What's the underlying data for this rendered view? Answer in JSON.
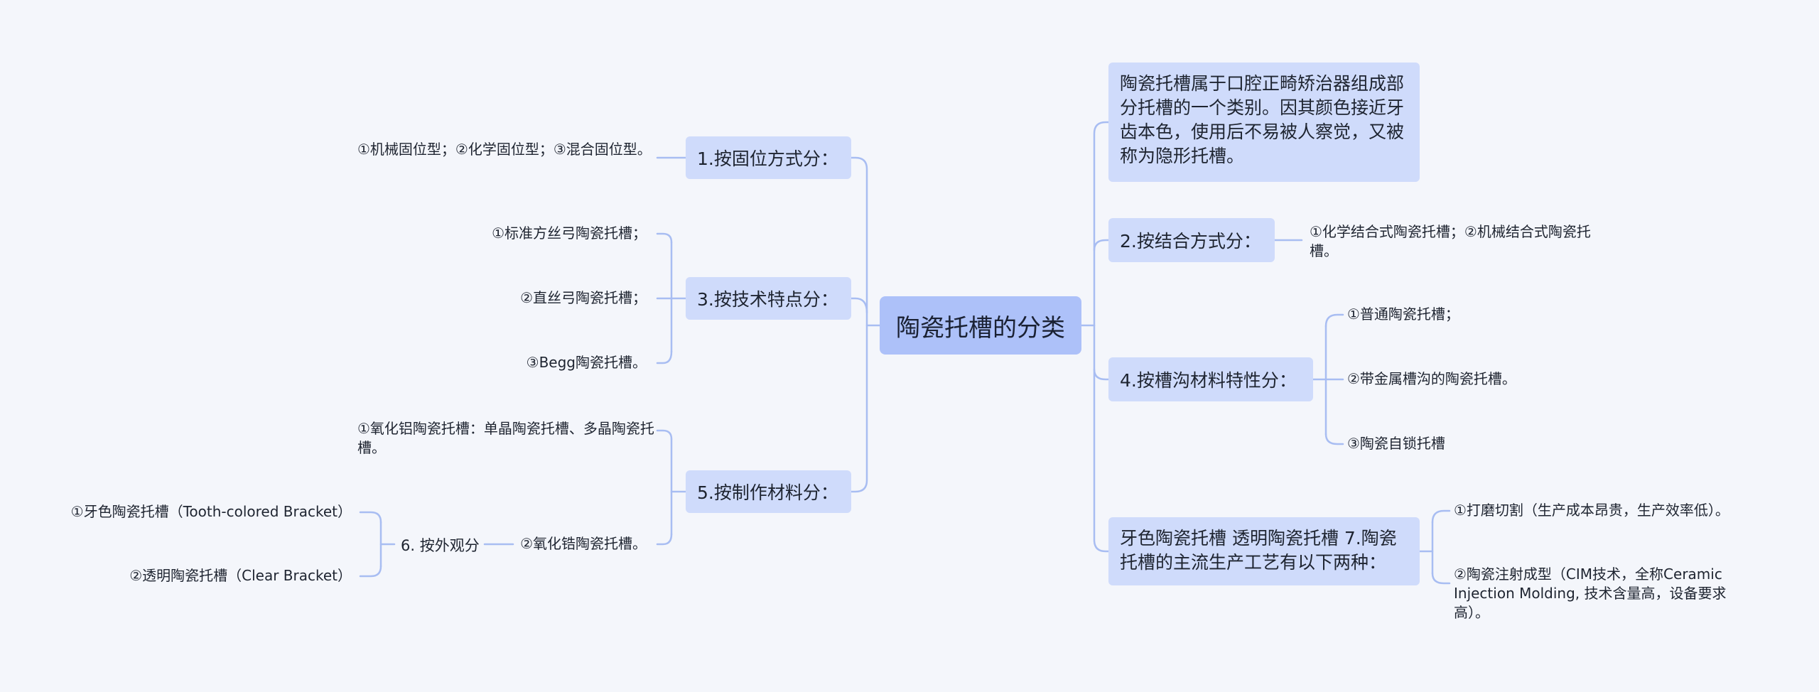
{
  "root": {
    "label": "陶瓷托槽的分类"
  },
  "branches": {
    "b1": {
      "label": "1.按固位方式分：",
      "leaves": [
        "①机械固位型；②化学固位型；③混合固位型。"
      ]
    },
    "b3": {
      "label": "3.按技术特点分：",
      "leaves": [
        "①标准方丝弓陶瓷托槽；",
        "②直丝弓陶瓷托槽；",
        "③Begg陶瓷托槽。"
      ]
    },
    "b5": {
      "label": "5.按制作材料分：",
      "leaves": [
        "①氧化铝陶瓷托槽：单晶陶瓷托槽、多晶陶瓷托槽。",
        "②氧化锆陶瓷托槽。"
      ],
      "sub": {
        "label": "6. 按外观分",
        "leaves": [
          "①牙色陶瓷托槽（Tooth-colored Bracket）",
          "②透明陶瓷托槽（Clear Bracket）"
        ]
      }
    },
    "intro": {
      "label": "陶瓷托槽属于口腔正畸矫治器组成部分托槽的一个类别。因其颜色接近牙齿本色，使用后不易被人察觉，又被称为隐形托槽。"
    },
    "b2": {
      "label": "2.按结合方式分：",
      "leaves": [
        "①化学结合式陶瓷托槽；②机械结合式陶瓷托槽。"
      ]
    },
    "b4": {
      "label": "4.按槽沟材料特性分：",
      "leaves": [
        "①普通陶瓷托槽；",
        "②带金属槽沟的陶瓷托槽。",
        "③陶瓷自锁托槽"
      ]
    },
    "b7": {
      "label": "牙色陶瓷托槽 透明陶瓷托槽 7.陶瓷托槽的主流生产工艺有以下两种：",
      "leaves": [
        "①打磨切割（生产成本昂贵，生产效率低）。",
        "②陶瓷注射成型（CIM技术，全称Ceramic Injection Molding, 技术含量高，设备要求高）。"
      ]
    }
  },
  "colors": {
    "background": "#f4f6fb",
    "root_fill": "#adc1f9",
    "branch_fill": "#cfdbfb",
    "connector": "#a8bdf2"
  }
}
